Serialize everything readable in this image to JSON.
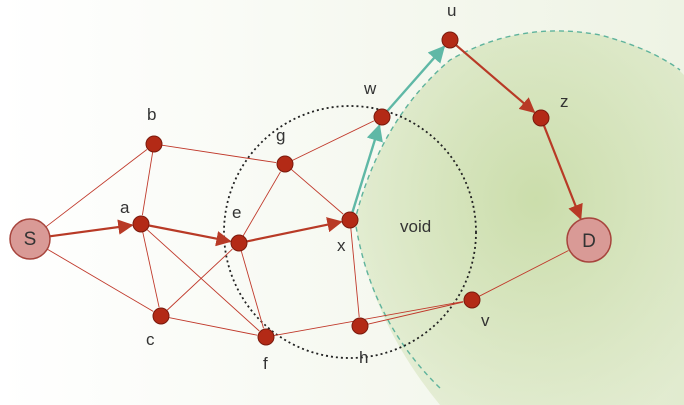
{
  "colors": {
    "background_left": "#ffffff",
    "background_right": "#eef3e4",
    "void_fill": "#c9dca8",
    "void_border": "#5fb39c",
    "edge": "#c0392b",
    "path_edge": "#b83a26",
    "node_fill": "#b32a16",
    "node_stroke": "#7a1a0d",
    "endpoint_fill": "#d99a96",
    "endpoint_stroke": "#a7453d",
    "perimeter_edge": "#5fb8a6",
    "circle_stroke": "#222222"
  },
  "void_label": "void",
  "nodes": [
    {
      "id": "S",
      "label": "S"
    },
    {
      "id": "D",
      "label": "D"
    },
    {
      "id": "a",
      "label": "a"
    },
    {
      "id": "b",
      "label": "b"
    },
    {
      "id": "c",
      "label": "c"
    },
    {
      "id": "e",
      "label": "e"
    },
    {
      "id": "f",
      "label": "f"
    },
    {
      "id": "g",
      "label": "g"
    },
    {
      "id": "x",
      "label": "x"
    },
    {
      "id": "w",
      "label": "w"
    },
    {
      "id": "h",
      "label": "h"
    },
    {
      "id": "u",
      "label": "u"
    },
    {
      "id": "z",
      "label": "z"
    },
    {
      "id": "v",
      "label": "v"
    }
  ],
  "edges": [
    {
      "from": "S",
      "to": "b",
      "kind": "plain"
    },
    {
      "from": "S",
      "to": "c",
      "kind": "plain"
    },
    {
      "from": "b",
      "to": "a",
      "kind": "plain"
    },
    {
      "from": "a",
      "to": "c",
      "kind": "plain"
    },
    {
      "from": "b",
      "to": "g",
      "kind": "plain"
    },
    {
      "from": "a",
      "to": "f",
      "kind": "plain"
    },
    {
      "from": "c",
      "to": "e",
      "kind": "plain"
    },
    {
      "from": "c",
      "to": "f",
      "kind": "plain"
    },
    {
      "from": "e",
      "to": "g",
      "kind": "plain"
    },
    {
      "from": "e",
      "to": "f",
      "kind": "plain"
    },
    {
      "from": "g",
      "to": "w",
      "kind": "plain"
    },
    {
      "from": "g",
      "to": "x",
      "kind": "plain"
    },
    {
      "from": "x",
      "to": "h",
      "kind": "plain"
    },
    {
      "from": "f",
      "to": "v",
      "kind": "plain"
    },
    {
      "from": "h",
      "to": "v",
      "kind": "plain"
    },
    {
      "from": "v",
      "to": "D",
      "kind": "plain"
    },
    {
      "from": "S",
      "to": "a",
      "kind": "path"
    },
    {
      "from": "a",
      "to": "e",
      "kind": "path"
    },
    {
      "from": "e",
      "to": "x",
      "kind": "path"
    },
    {
      "from": "x",
      "to": "w",
      "kind": "perimeter"
    },
    {
      "from": "w",
      "to": "u",
      "kind": "perimeter"
    },
    {
      "from": "u",
      "to": "z",
      "kind": "path"
    },
    {
      "from": "z",
      "to": "D",
      "kind": "path"
    }
  ]
}
